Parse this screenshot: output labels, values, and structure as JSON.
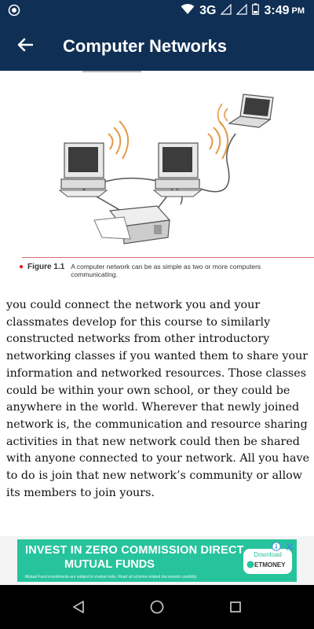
{
  "status_bar": {
    "network_label": "3G",
    "time": "3:49",
    "ampm": "PM"
  },
  "app_bar": {
    "title": "Computer Networks"
  },
  "figure": {
    "number": "Figure 1.1",
    "caption": "A computer network can be as simple as two or more computers communicating."
  },
  "body_text": "you could connect the network you and your classmates develop for this course to similarly constructed networks from other introductory networking classes if you wanted them to share your information and networked resources. Those classes could be within your own school, or they could be anywhere in the world. Wherever that newly joined network is, the communication and resource sharing activities in that new network could then be shared with anyone connected to your network. All you have to do is join that new network’s community or allow its members to join yours.",
  "ad": {
    "headline": "INVEST IN ZERO COMMISSION DIRECT",
    "subline": "MUTUAL FUNDS",
    "disclaimer": "Mutual Fund investments are subject to market risks. Read all scheme related documents carefully.",
    "download_label": "Download",
    "brand": "ETMONEY",
    "accent_color": "#27c39c"
  },
  "colors": {
    "app_bar": "#0f2f55"
  }
}
